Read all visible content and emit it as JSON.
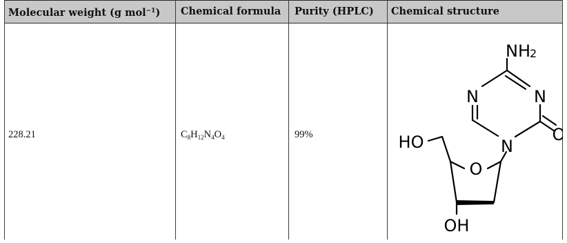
{
  "table": {
    "headers": {
      "mw_label": "Molecular weight (g mol",
      "mw_sup": "−1",
      "mw_close": ")",
      "formula": "Chemical formula",
      "purity": "Purity (HPLC)",
      "structure": "Chemical structure"
    },
    "row": {
      "molecular_weight": "228.21",
      "formula_parts": [
        "C",
        "8",
        "H",
        "12",
        "N",
        "4",
        "O",
        "4"
      ],
      "purity": "99%"
    }
  },
  "structure_labels": {
    "amino": "NH",
    "amino_sub": "2",
    "n_left": "N",
    "n_right": "N",
    "n_ring": "N",
    "carbonyl_o": "O",
    "ring_o": "O",
    "hydroxymethyl": "HO",
    "hydroxyl": "OH"
  }
}
